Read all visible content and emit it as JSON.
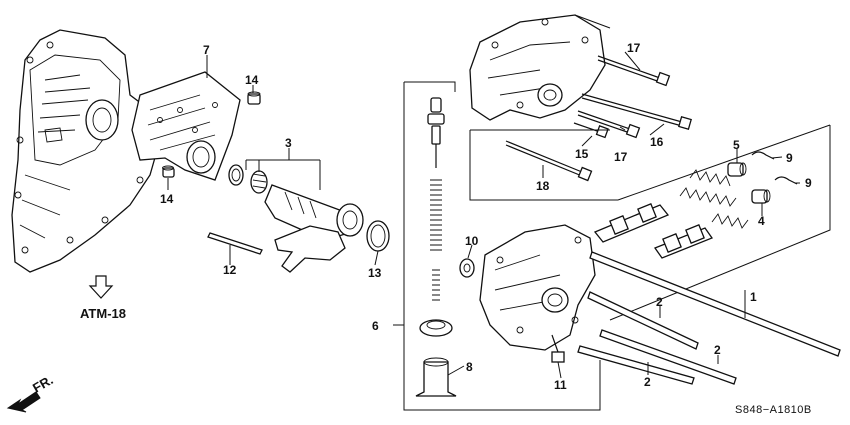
{
  "diagram": {
    "callouts": [
      {
        "id": "c1",
        "text": "1"
      },
      {
        "id": "c2a",
        "text": "2"
      },
      {
        "id": "c2b",
        "text": "2"
      },
      {
        "id": "c2c",
        "text": "2"
      },
      {
        "id": "c3",
        "text": "3"
      },
      {
        "id": "c4",
        "text": "4"
      },
      {
        "id": "c5",
        "text": "5"
      },
      {
        "id": "c6",
        "text": "6"
      },
      {
        "id": "c7",
        "text": "7"
      },
      {
        "id": "c8",
        "text": "8"
      },
      {
        "id": "c9a",
        "text": "9"
      },
      {
        "id": "c9b",
        "text": "9"
      },
      {
        "id": "c10",
        "text": "10"
      },
      {
        "id": "c11",
        "text": "11"
      },
      {
        "id": "c12",
        "text": "12"
      },
      {
        "id": "c13",
        "text": "13"
      },
      {
        "id": "c14a",
        "text": "14"
      },
      {
        "id": "c14b",
        "text": "14"
      },
      {
        "id": "c15",
        "text": "15"
      },
      {
        "id": "c16",
        "text": "16"
      },
      {
        "id": "c17a",
        "text": "17"
      },
      {
        "id": "c17b",
        "text": "17"
      },
      {
        "id": "c18",
        "text": "18"
      }
    ],
    "reference_label": "ATM-18",
    "direction_label": "FR.",
    "diagram_code": "S848−A1810B"
  }
}
